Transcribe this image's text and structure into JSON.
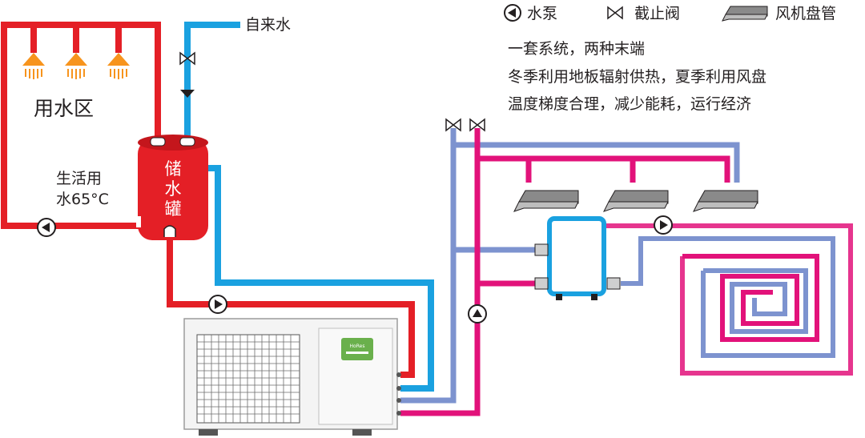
{
  "legend": {
    "pump": "水泵",
    "valve": "截止阀",
    "fan_coil": "风机盘管"
  },
  "description": [
    "一套系统，两种末端",
    "冬季利用地板辐射供热，夏季利用风盘",
    "温度梯度合理，减少能耗，运行经济"
  ],
  "labels": {
    "tap_water": "自来水",
    "water_area": "用水区",
    "domestic_line1": "生活用",
    "domestic_line2": "水65°C",
    "tank": [
      "储",
      "水",
      "罐"
    ],
    "brand": "HoRes"
  },
  "colors": {
    "hot": "#e41f26",
    "cold": "#1aa1e0",
    "loop_supply": "#e2127a",
    "loop_return": "#7d93cf",
    "dark": "#231f20",
    "shower": "#f7941d"
  }
}
